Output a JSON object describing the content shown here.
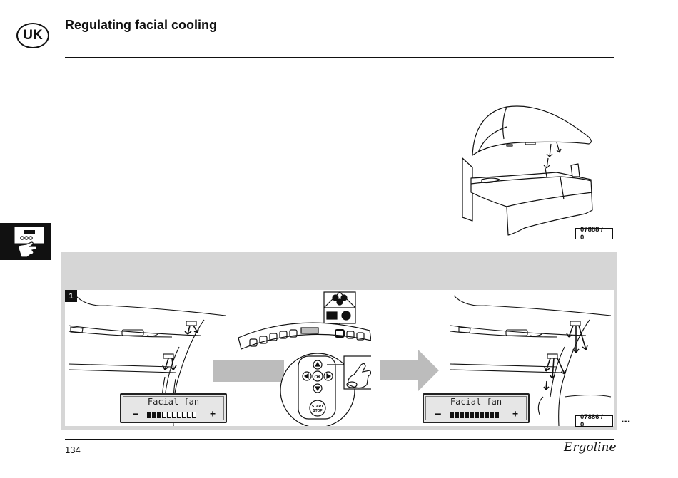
{
  "header": {
    "language_badge": "UK",
    "title": "Regulating facial cooling"
  },
  "figures": {
    "overview_code": "07888 / 0",
    "step_code": "07886 / 0"
  },
  "step": {
    "number": "1",
    "display_before": {
      "label": "Facial fan",
      "minus": "–",
      "plus": "+",
      "level_segments_on": 3,
      "segments_total": 10
    },
    "display_after": {
      "label": "Facial fan",
      "minus": "–",
      "plus": "+",
      "level_segments_on": 10,
      "segments_total": 10
    },
    "control_panel": {
      "ok_label": "OK",
      "start_label": "START",
      "stop_label": "STOP"
    }
  },
  "footer": {
    "page_number": "134",
    "brand": "Ergoline",
    "continue_marker": "..."
  }
}
